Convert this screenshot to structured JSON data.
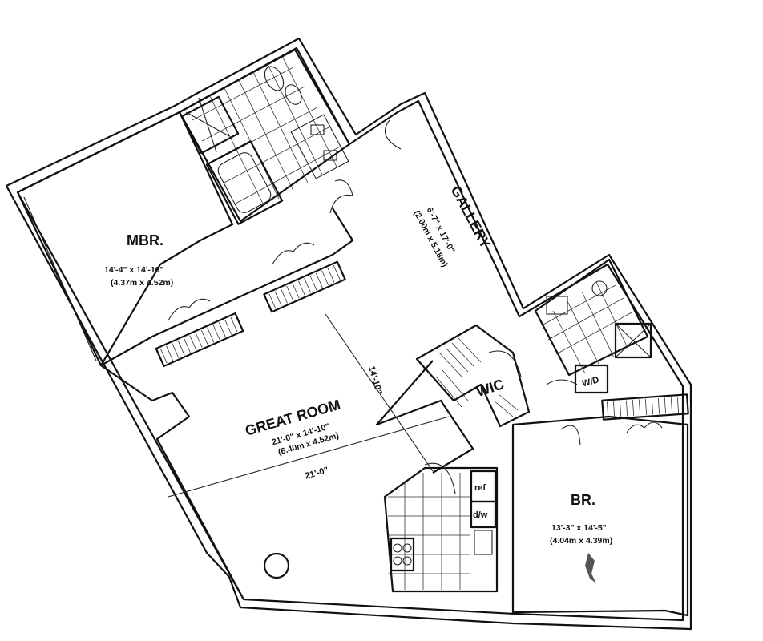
{
  "rooms": {
    "mbr": {
      "name": "MBR.",
      "dim_imperial": "14'-4\" x 14'-10\"",
      "dim_metric": "(4.37m x 4.52m)"
    },
    "gallery": {
      "name": "GALLERY",
      "dim_imperial": "6'-7\" x 17'-0\"",
      "dim_metric": "(2.00m x 5.18m)"
    },
    "great_room": {
      "name": "GREAT ROOM",
      "dim_imperial": "21'-0\" x 14'-10\"",
      "dim_metric": "(6.40m x 4.52m)",
      "width_label": "21'-0\"",
      "depth_label": "14'-10\""
    },
    "wic": {
      "name": "WIC"
    },
    "br": {
      "name": "BR.",
      "dim_imperial": "13'-3\" x 14'-5\"",
      "dim_metric": "(4.04m x 4.39m)"
    }
  },
  "fixtures": {
    "washer_dryer": "W/D",
    "refrigerator": "ref",
    "dishwasher": "d/w"
  }
}
